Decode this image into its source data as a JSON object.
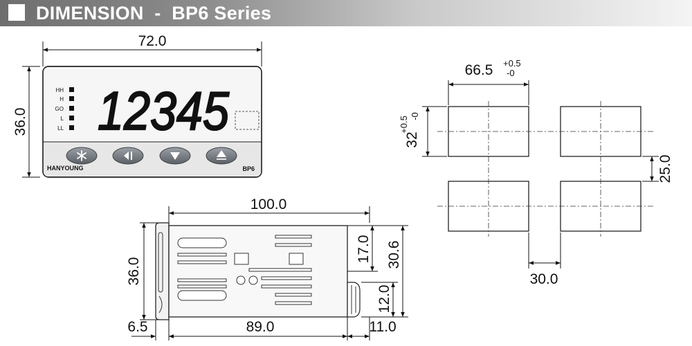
{
  "header": {
    "title": "DIMENSION  -  BP6 Series"
  },
  "front_view": {
    "width_label": "72.0",
    "height_label": "36.0",
    "display_digits": "12345",
    "indicators": [
      "HH",
      "H",
      "GO",
      "L",
      "LL"
    ],
    "brand": "HANYOUNG",
    "model": "BP6",
    "buttons": [
      "asterisk-icon",
      "shift-left-icon",
      "down-icon",
      "up-icon"
    ]
  },
  "side_view": {
    "total_length_label": "100.0",
    "height_label": "36.0",
    "upper_label": "17.0",
    "inner_height_label": "30.6",
    "terminal_label": "12.0",
    "bezel_label": "6.5",
    "body_label": "89.0",
    "terminal_depth_label": "11.0"
  },
  "panel_cutout": {
    "width_label": "66.5",
    "width_tol_plus": "+0.5",
    "width_tol_minus": "-0",
    "height_label": "32",
    "height_tol_plus": "+0.5",
    "height_tol_minus": "-0",
    "vertical_gap_label": "25.0",
    "horizontal_gap_label": "30.0"
  }
}
